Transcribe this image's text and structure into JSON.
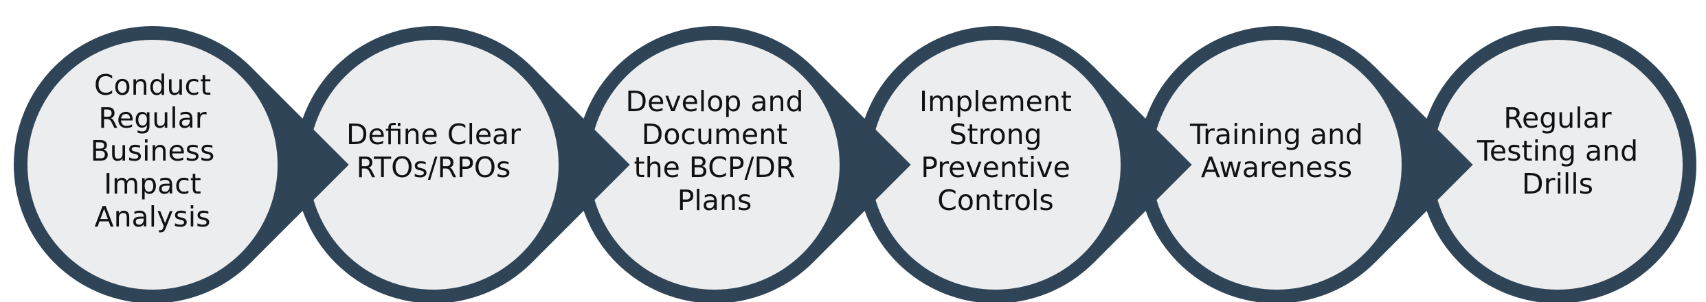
{
  "diagram": {
    "colors": {
      "ring": "#2f4557",
      "fill": "#ecedef",
      "text": "#111111",
      "background": "#ffffff"
    },
    "steps": [
      {
        "label": "Conduct\nRegular\nBusiness\nImpact\nAnalysis"
      },
      {
        "label": "Define Clear\nRTOs/RPOs"
      },
      {
        "label": "Develop and\nDocument\nthe BCP/DR\nPlans"
      },
      {
        "label": "Implement\nStrong\nPreventive\nControls"
      },
      {
        "label": "Training and\nAwareness"
      },
      {
        "label": "Regular\nTesting and\nDrills"
      }
    ]
  }
}
